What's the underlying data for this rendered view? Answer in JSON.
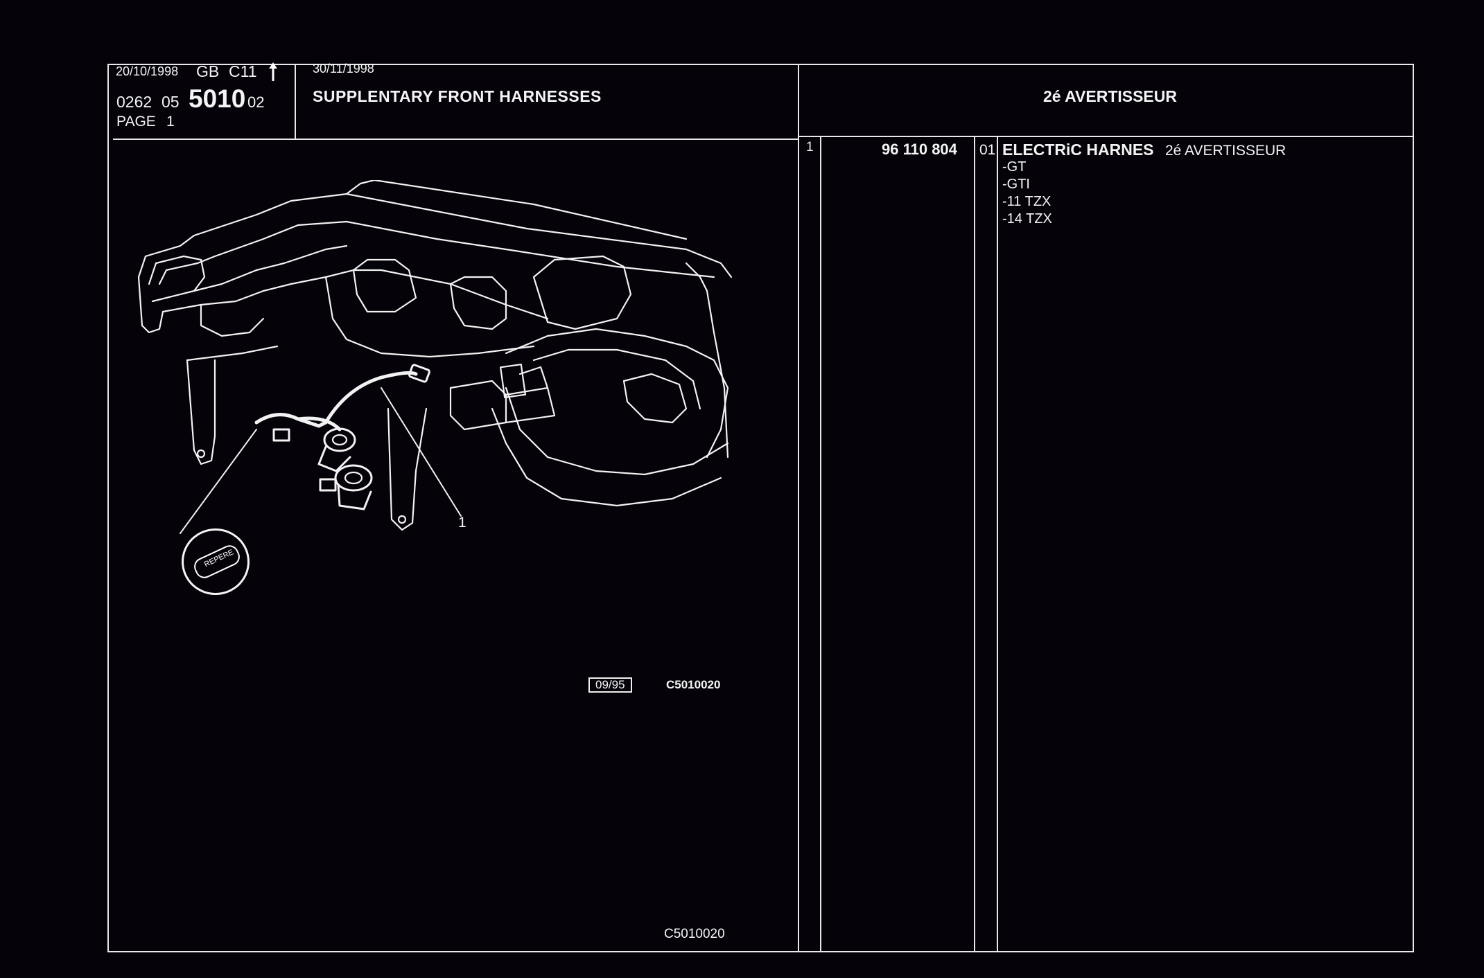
{
  "header": {
    "date": "20/10/1998",
    "lang": "GB",
    "model": "C11",
    "arrow_icon": "arrow-up-icon",
    "ref_prefix": "0262",
    "ref_group": "05",
    "ref_main": "5010",
    "ref_suffix": "02",
    "page_label": "PAGE",
    "page_number": "1",
    "update_date": "30/11/1998",
    "title": "SUPPLENTARY FRONT HARNESSES",
    "section_title": "2é AVERTISSEUR"
  },
  "diagram": {
    "callout_number": "1",
    "marker_label": "REPERE",
    "stamp_date": "09/95",
    "figure_code": "C5010020",
    "bottom_code": "C5010020"
  },
  "parts": [
    {
      "index": "1",
      "part_number": "96 110 804",
      "qty": "01",
      "name": "ELECTRiC HARNES",
      "detail": "2é AVERTISSEUR",
      "applicability": [
        "-GT",
        "-GTI",
        "-11 TZX",
        "-14 TZX"
      ]
    }
  ],
  "colors": {
    "background": "#050309",
    "lines": "#e8e8e8",
    "text": "#f4f4f4"
  }
}
